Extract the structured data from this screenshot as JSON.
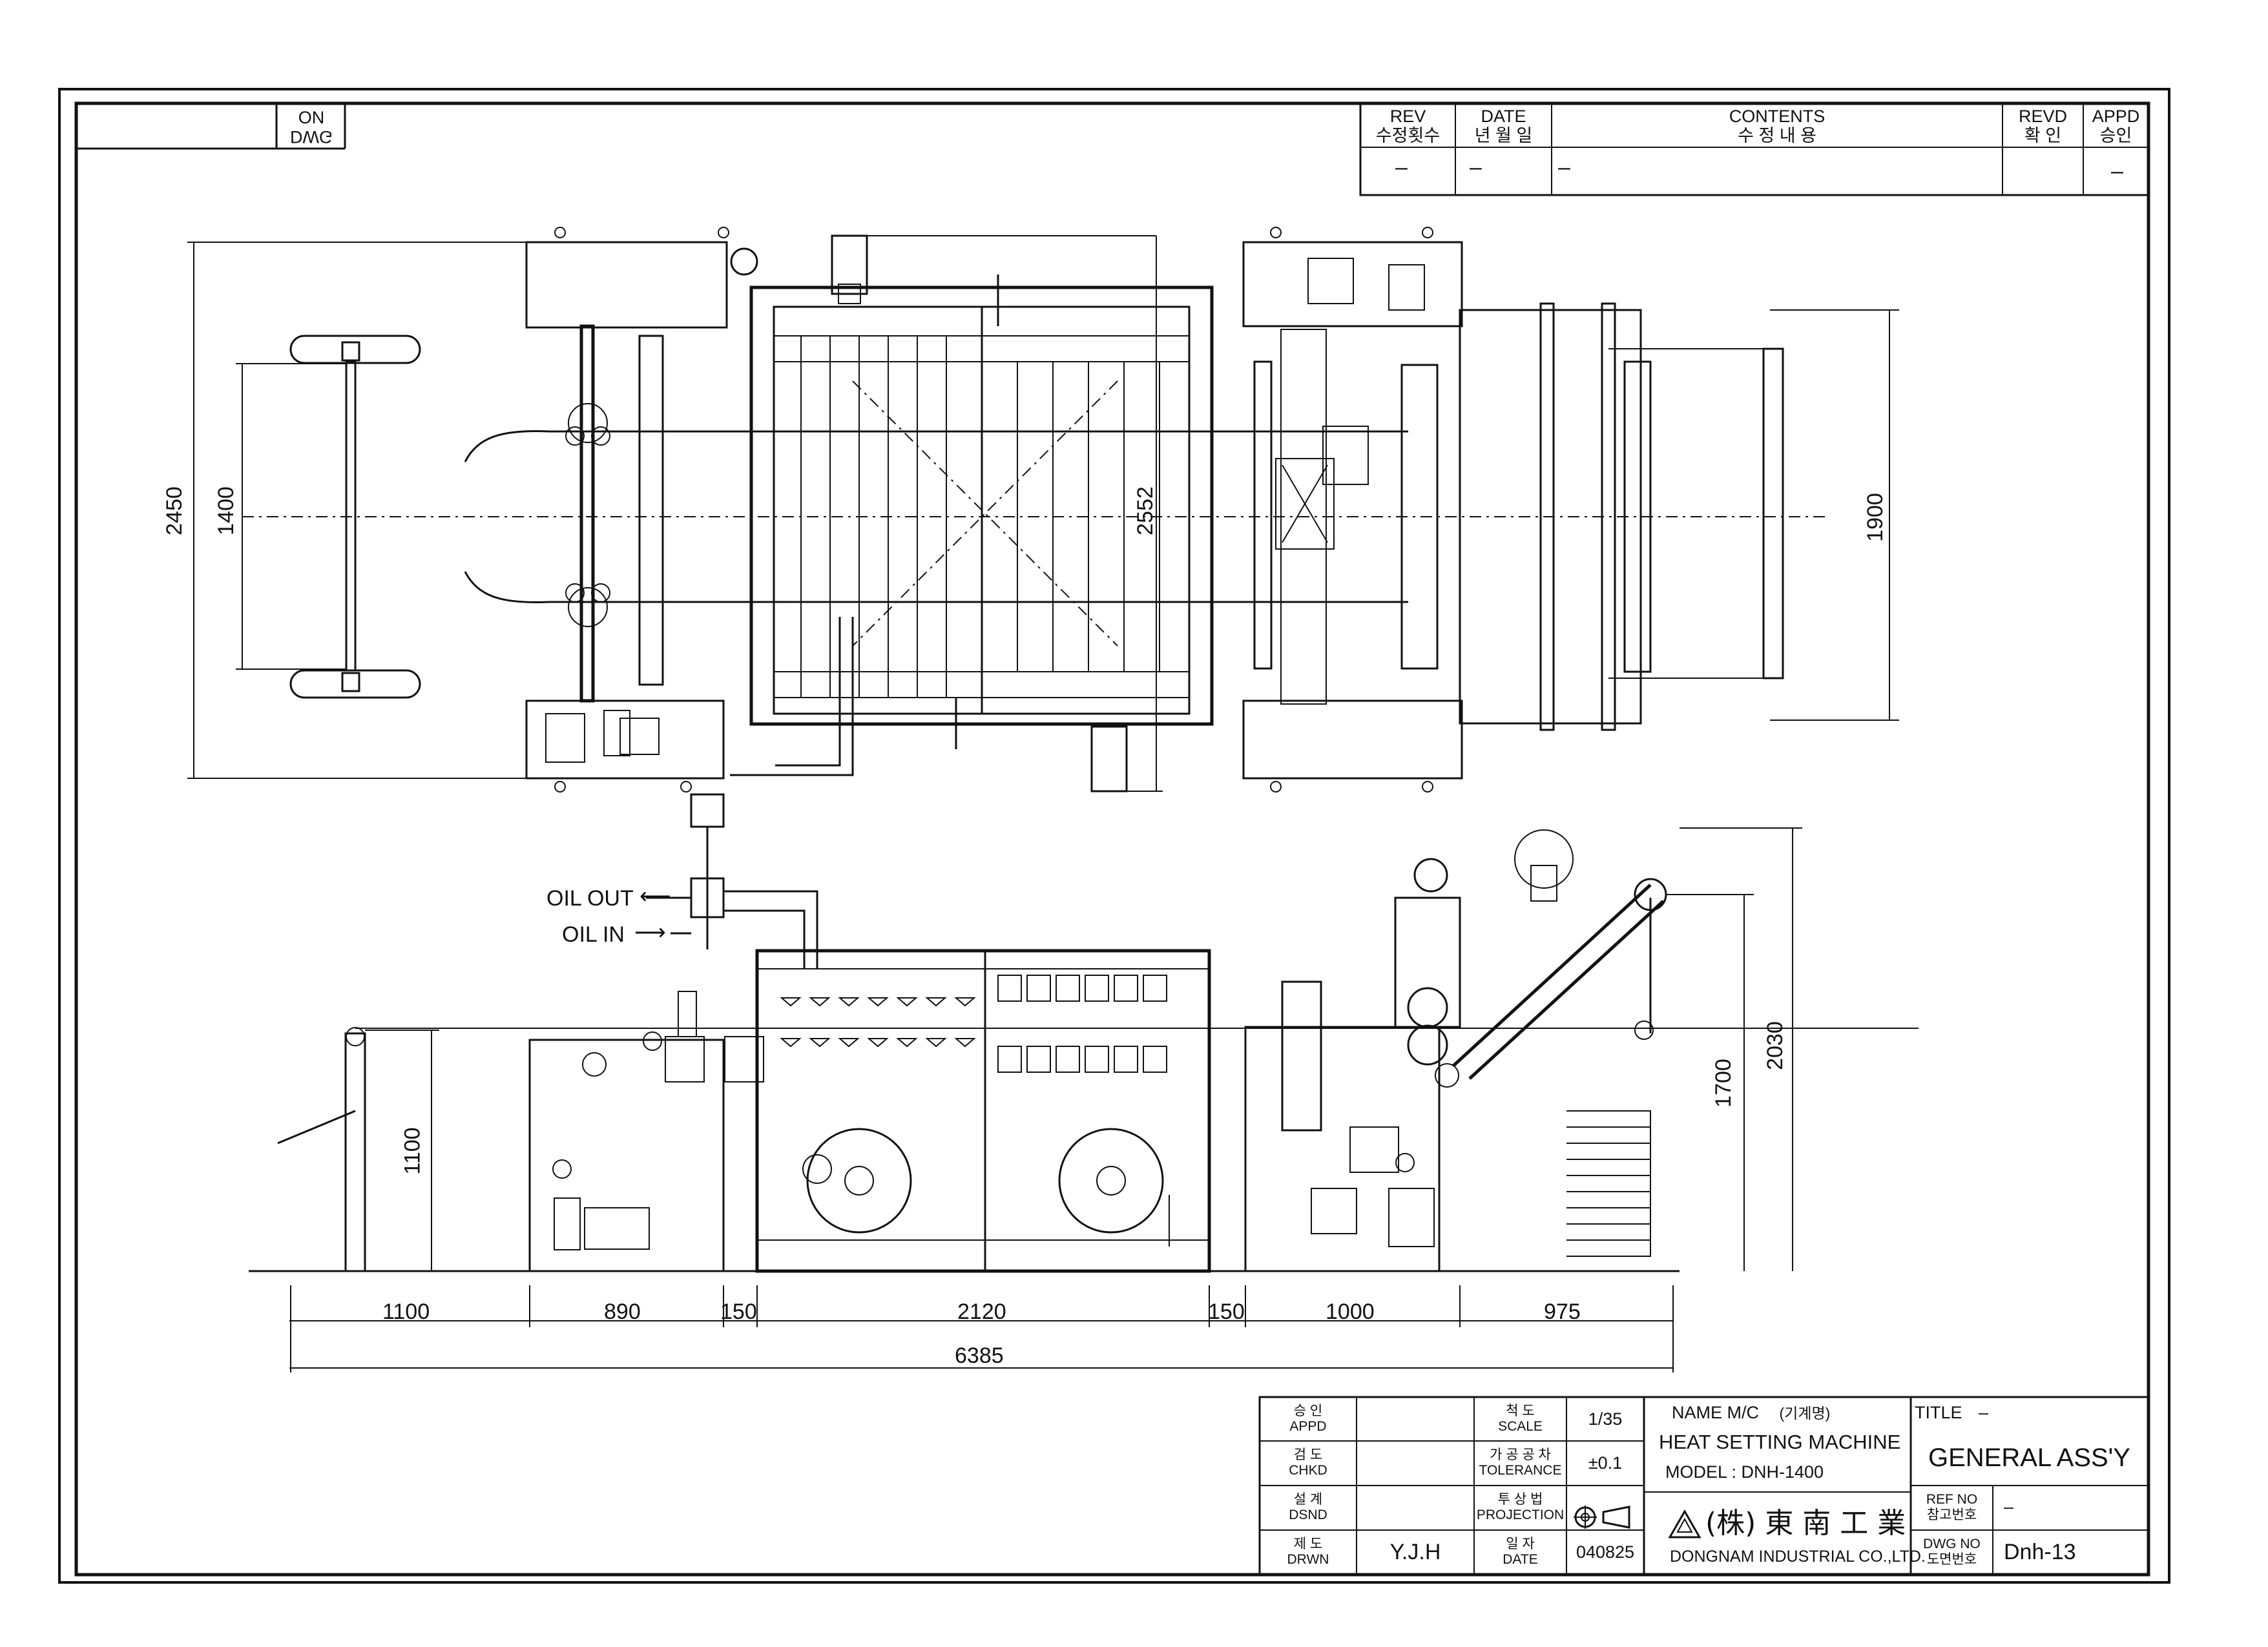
{
  "corner_label": {
    "line1": "ON",
    "line2": "DWG"
  },
  "revision_block": {
    "headers": [
      {
        "en": "REV",
        "ko": "수정횟수"
      },
      {
        "en": "DATE",
        "ko": "년 월 일"
      },
      {
        "en": "CONTENTS",
        "ko": "수 정 내 용"
      },
      {
        "en": "REVD",
        "ko": "확 인"
      },
      {
        "en": "APPD",
        "ko": "승인"
      }
    ],
    "row": [
      "–",
      "–",
      "–",
      "",
      "–"
    ]
  },
  "plan_view": {
    "dims": {
      "overall_width": "2450",
      "roller_width": "1400",
      "chamber_width": "2552",
      "winder_width": "1900"
    }
  },
  "elevation_view": {
    "labels": {
      "oil_out": "OIL OUT",
      "oil_in": "OIL IN"
    },
    "heights": {
      "feed_height": "1100",
      "winder_height": "1700",
      "total_height": "2030"
    },
    "lengths": [
      "1100",
      "890",
      "150",
      "2120",
      "150",
      "1000",
      "975"
    ],
    "total_length": "6385"
  },
  "title_block": {
    "appd": {
      "ko": "승 인",
      "en": "APPD",
      "value": ""
    },
    "chkd": {
      "ko": "검 도",
      "en": "CHKD",
      "value": ""
    },
    "dsnd": {
      "ko": "설 계",
      "en": "DSND",
      "value": ""
    },
    "drwn": {
      "ko": "제 도",
      "en": "DRWN",
      "value": "Y.J.H"
    },
    "scale": {
      "ko": "척 도",
      "en": "SCALE",
      "value": "1/35"
    },
    "tolerance": {
      "ko": "가 공 공 차",
      "en": "TOLERANCE",
      "value": "±0.1"
    },
    "projection": {
      "ko": "투 상 법",
      "en": "PROJECTION"
    },
    "date": {
      "ko": "일 자",
      "en": "DATE",
      "value": "040825"
    },
    "name_mc": {
      "en": "NAME M/C",
      "ko": "(기계명)"
    },
    "machine_name": "HEAT SETTING MACHINE",
    "model": "MODEL : DNH-1400",
    "company_cjk": "(株) 東 南 工 業",
    "company_en": "DONGNAM INDUSTRIAL CO.,LTD.",
    "title_label": "TITLE",
    "title_dash": "–",
    "title_value": "GENERAL ASS'Y",
    "ref_no": {
      "en": "REF NO",
      "ko": "참고번호",
      "value": "–"
    },
    "dwg_no": {
      "en": "DWG NO",
      "ko": "도면번호",
      "value": "Dnh-13"
    }
  }
}
